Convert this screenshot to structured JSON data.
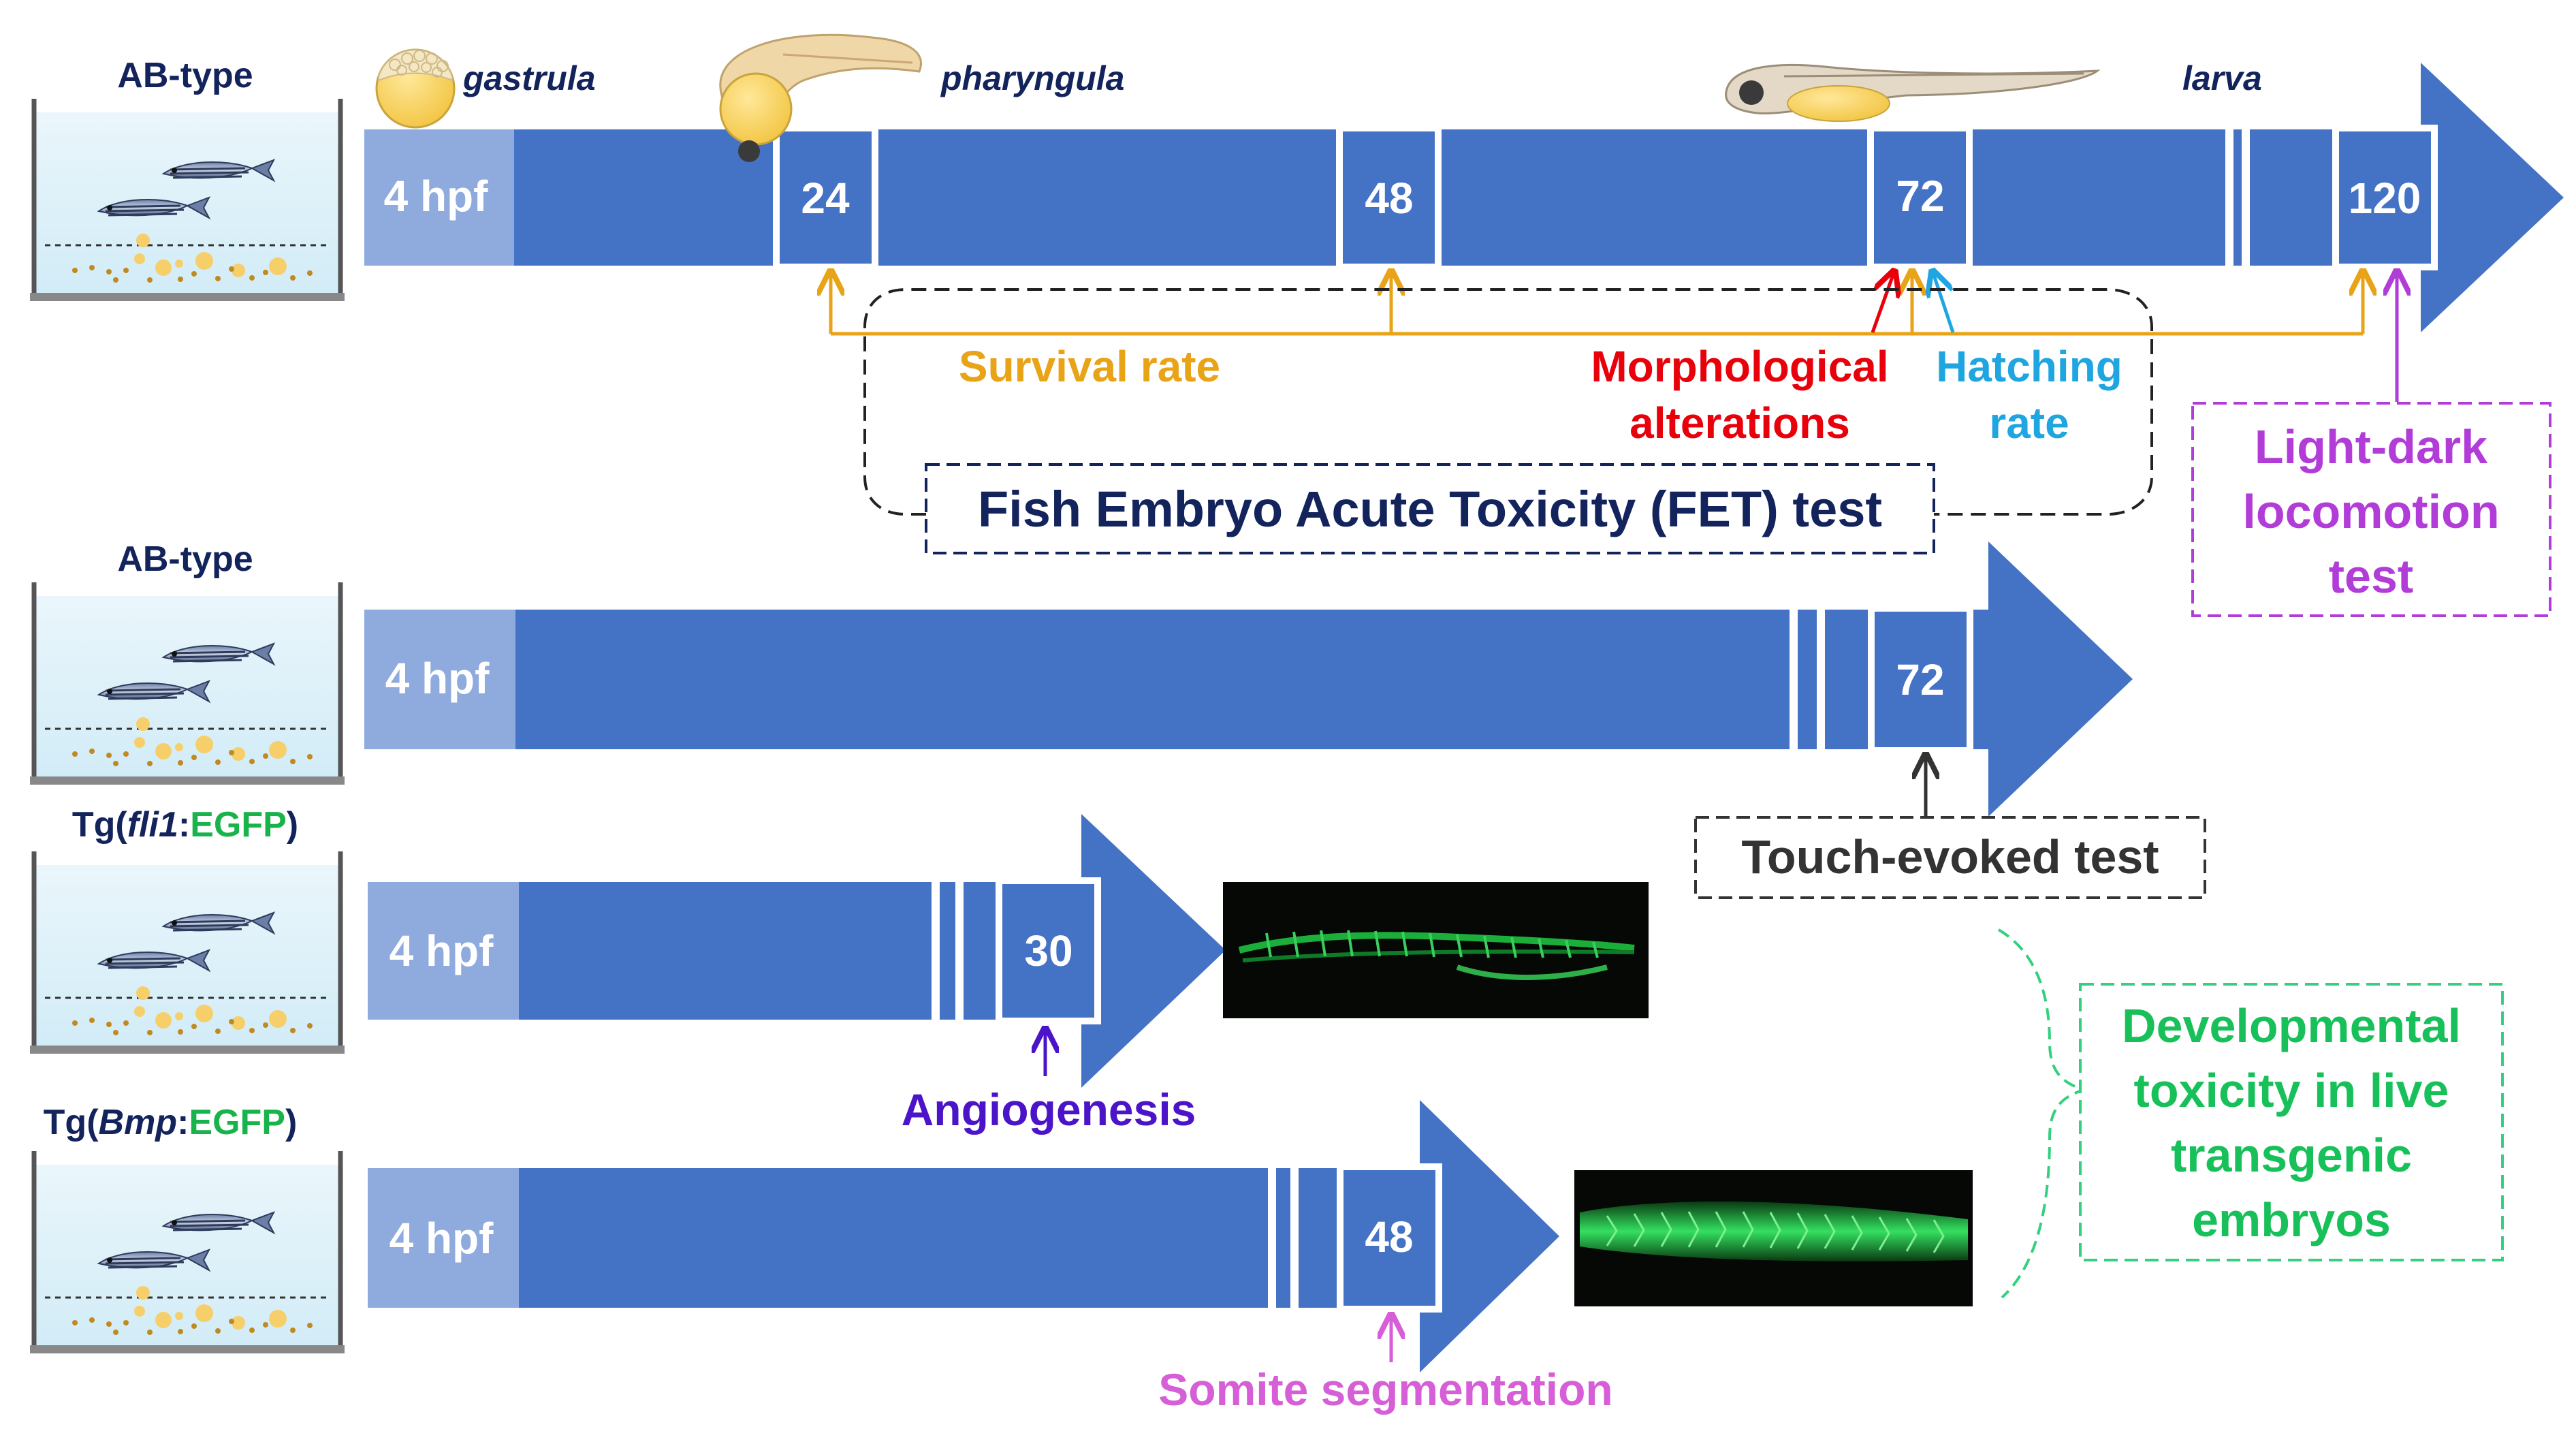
{
  "colors": {
    "arrow_blue": "#4472C4",
    "start_blue": "#8FAADC",
    "box_blue": "#4472C4",
    "navy_text": "#13235B",
    "survival": "#E8A317",
    "morph": "#E8000B",
    "hatch": "#1FA6E0",
    "locomotion": "#B23CD8",
    "touch": "#333333",
    "angio": "#4B14C8",
    "somite": "#D65ED6",
    "green_text": "#18C05A",
    "green_dash": "#35D07F",
    "egfp_green": "#18B34A"
  },
  "rows": [
    {
      "strain": "AB-type",
      "start_label": "4 hpf",
      "boxes": [
        "24",
        "48",
        "72",
        "120"
      ],
      "stages": [
        "gastrula",
        "pharyngula",
        "larva"
      ]
    },
    {
      "strain": "AB-type",
      "start_label": "4 hpf",
      "boxes": [
        "72"
      ]
    },
    {
      "strain_prefix": "Tg(",
      "strain_gene": "fli1",
      "strain_colon": ":",
      "strain_reporter": "EGFP",
      "strain_suffix": ")",
      "start_label": "4 hpf",
      "boxes": [
        "30"
      ]
    },
    {
      "strain_prefix": "Tg(",
      "strain_gene": "Bmp",
      "strain_colon": ":",
      "strain_reporter": "EGFP",
      "strain_suffix": ")",
      "start_label": "4 hpf",
      "boxes": [
        "48"
      ]
    }
  ],
  "endpoints": {
    "survival": "Survival rate",
    "morph_line1": "Morphological",
    "morph_line2": "alterations",
    "hatch_line1": "Hatching",
    "hatch_line2": "rate",
    "fet": "Fish Embryo Acute Toxicity (FET) test",
    "loco_line1": "Light-dark",
    "loco_line2": "locomotion",
    "loco_line3": "test",
    "touch": "Touch-evoked test",
    "angio": "Angiogenesis",
    "somite": "Somite segmentation",
    "dev_line1": "Developmental",
    "dev_line2": "toxicity in live",
    "dev_line3": "transgenic",
    "dev_line4": "embryos"
  }
}
